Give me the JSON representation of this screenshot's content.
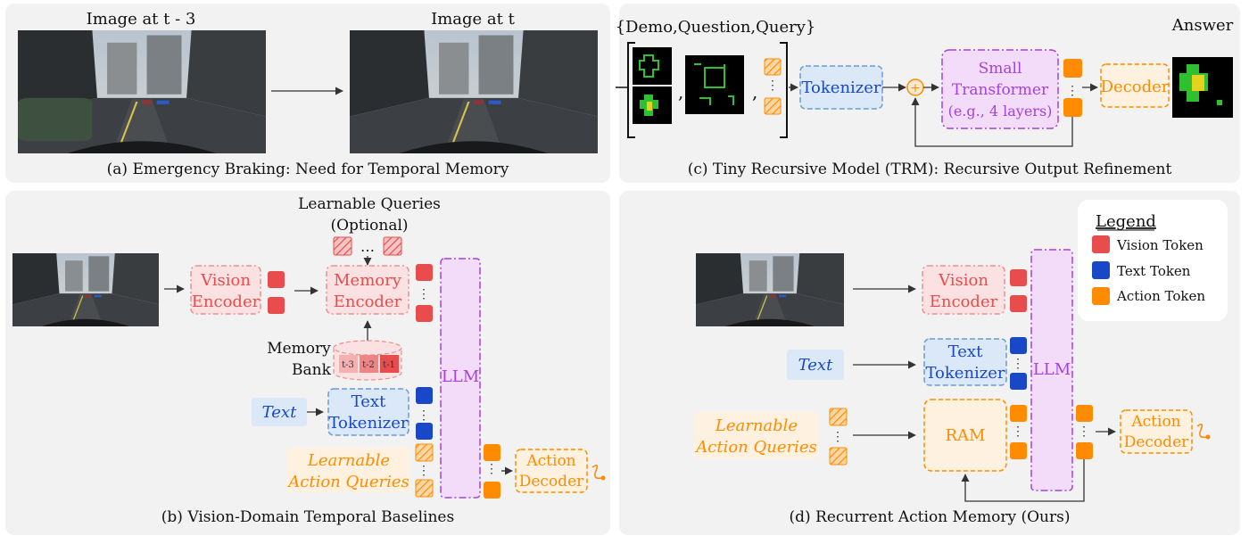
{
  "panel_a": {
    "image_left_label": "Image at t - 3",
    "image_right_label": "Image at t",
    "caption": "(a) Emergency Braking: Need for Temporal Memory"
  },
  "panel_c": {
    "inputs_label": "{Demo,Question,Query}",
    "answer_label": "Answer",
    "tokenizer": "Tokenizer",
    "transformer_line1": "Small",
    "transformer_line2": "Transformer",
    "transformer_line3": "(e.g., 4 layers)",
    "decoder": "Decoder",
    "caption": "(c) Tiny Recursive Model (TRM): Recursive Output Refinement"
  },
  "panel_b": {
    "queries_line1": "Learnable Queries",
    "queries_line2": "(Optional)",
    "vision_encoder_line1": "Vision",
    "vision_encoder_line2": "Encoder",
    "memory_encoder_line1": "Memory",
    "memory_encoder_line2": "Encoder",
    "memory_bank_line1": "Memory",
    "memory_bank_line2": "Bank",
    "bank_slots": [
      "t-3",
      "t-2",
      "t-1"
    ],
    "text": "Text",
    "text_tokenizer_line1": "Text",
    "text_tokenizer_line2": "Tokenizer",
    "action_queries_line1": "Learnable",
    "action_queries_line2": "Action Queries",
    "llm": "LLM",
    "action_decoder_line1": "Action",
    "action_decoder_line2": "Decoder",
    "caption": "(b) Vision-Domain Temporal Baselines"
  },
  "panel_d": {
    "vision_encoder_line1": "Vision",
    "vision_encoder_line2": "Encoder",
    "text": "Text",
    "text_tokenizer_line1": "Text",
    "text_tokenizer_line2": "Tokenizer",
    "action_queries_line1": "Learnable",
    "action_queries_line2": "Action Queries",
    "ram": "RAM",
    "llm": "LLM",
    "action_decoder_line1": "Action",
    "action_decoder_line2": "Decoder",
    "caption": "(d) Recurrent Action Memory (Ours)"
  },
  "legend": {
    "title": "Legend",
    "items": [
      {
        "label": "Vision Token",
        "color": "#e84c4c"
      },
      {
        "label": "Text Token",
        "color": "#1848c8"
      },
      {
        "label": "Action Token",
        "color": "#ff8c00"
      }
    ]
  },
  "colors": {
    "vision": "#e84c4c",
    "text": "#1848c8",
    "action": "#ff8c00",
    "llm": "#a640e0"
  }
}
